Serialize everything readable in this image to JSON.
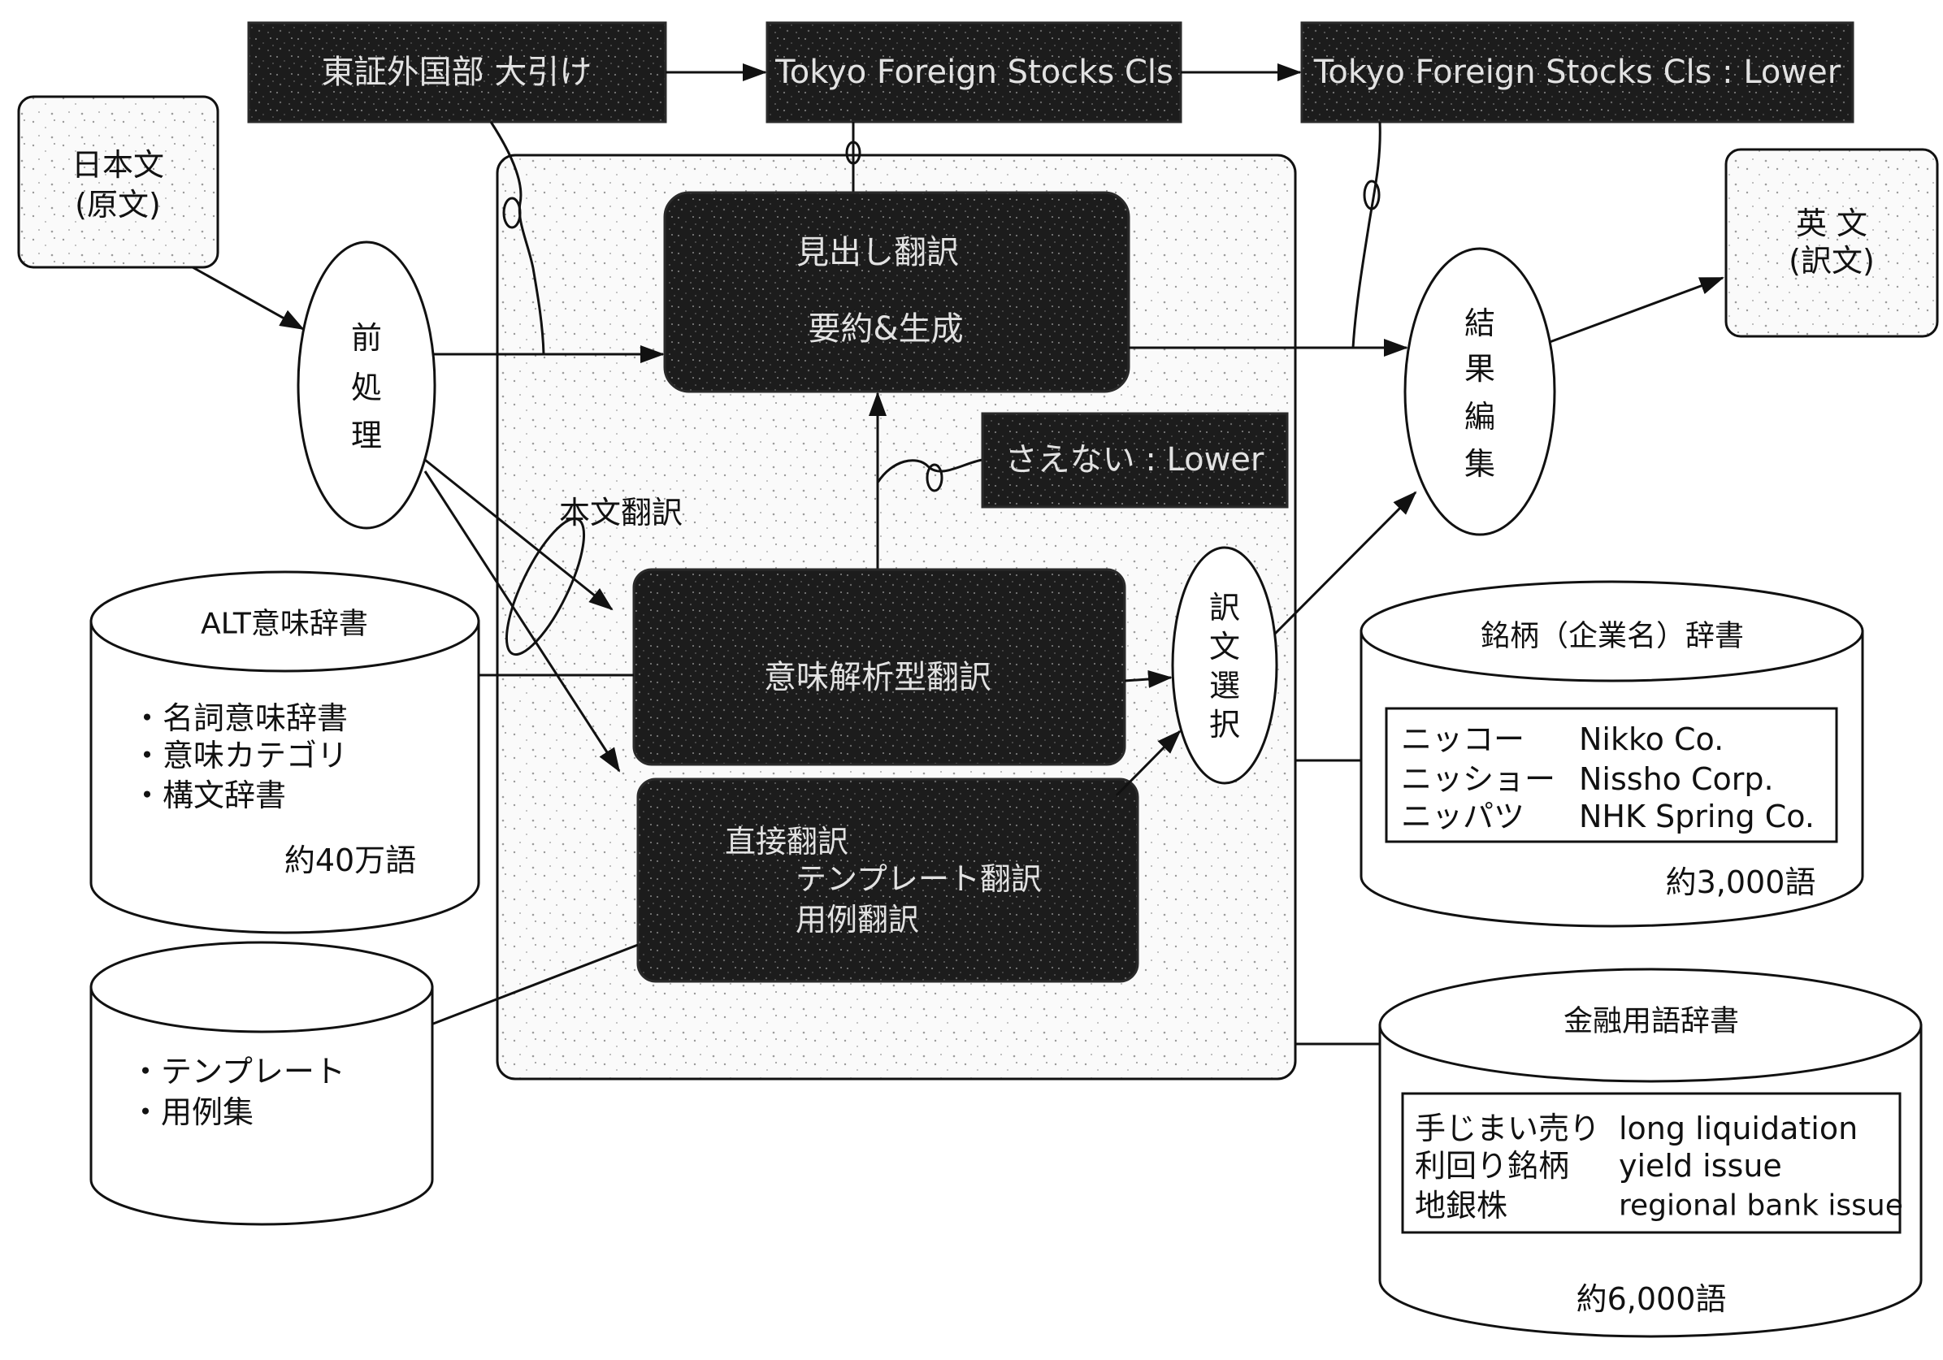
{
  "colors": {
    "dark_box": "#1c1c1c",
    "dark_text": "#e2e2e2",
    "line": "#111111",
    "light_fill": "#fafafa"
  },
  "headline_chain": {
    "source_headline": "東証外国部 大引け",
    "draft_headline": "Tokyo Foreign Stocks Cls",
    "final_headline": "Tokyo Foreign Stocks Cls : Lower"
  },
  "source_text": {
    "line1": "日本文",
    "line2": "(原文)"
  },
  "preprocessing": {
    "chars": [
      "前",
      "処",
      "理"
    ]
  },
  "headline_translation": {
    "line1": "見出し翻訳",
    "line2": "要約&生成"
  },
  "term_mapping": "さえない : Lower",
  "body_translation_label": "本文翻訳",
  "semantic_translation": "意味解析型翻訳",
  "direct_translation": {
    "line1": "直接翻訳",
    "line2": "テンプレート翻訳",
    "line3": "用例翻訳"
  },
  "translation_selection": {
    "chars": [
      "訳",
      "文",
      "選",
      "択"
    ]
  },
  "result_editing": {
    "chars": [
      "結",
      "果",
      "編",
      "集"
    ]
  },
  "target_text": {
    "line1": "英 文",
    "line2": "(訳文)"
  },
  "alt_dictionary": {
    "title": "ALT意味辞書",
    "items": [
      "・名詞意味辞書",
      "・意味カテゴリ",
      "・構文辞書"
    ],
    "size": "約40万語"
  },
  "example_base": {
    "items": [
      "・テンプレート",
      "・用例集"
    ]
  },
  "company_dictionary": {
    "title": "銘柄（企業名）辞書",
    "entries": [
      {
        "ja": "ニッコー",
        "en": "Nikko Co."
      },
      {
        "ja": "ニッショー",
        "en": "Nissho Corp."
      },
      {
        "ja": "ニッパツ",
        "en": "NHK Spring Co."
      }
    ],
    "size": "約3,000語"
  },
  "finance_dictionary": {
    "title": "金融用語辞書",
    "entries": [
      {
        "ja": "手じまい売り",
        "en": "long liquidation"
      },
      {
        "ja": "利回り銘柄",
        "en": "yield issue"
      },
      {
        "ja": "地銀株",
        "en": "regional bank issue"
      }
    ],
    "size": "約6,000語"
  }
}
